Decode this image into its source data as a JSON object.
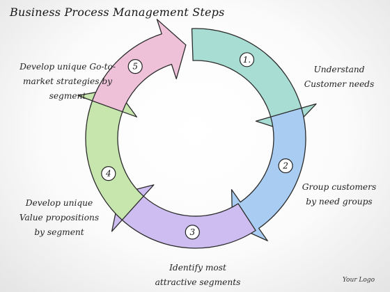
{
  "title": "Business Process Management Steps",
  "footer_logo": "Your Logo",
  "steps": [
    {
      "number": "1.",
      "lines": [
        "Understand",
        "Customer needs"
      ],
      "color": "#a8ddd4"
    },
    {
      "number": "2",
      "lines": [
        "Group customers",
        "by need groups"
      ],
      "color": "#a9cdf2"
    },
    {
      "number": "3",
      "lines": [
        "Identify most",
        "attractive segments"
      ],
      "color": "#cdbdf0"
    },
    {
      "number": "4",
      "lines": [
        "Develop unique",
        "Value propositions",
        "by segment"
      ],
      "color": "#c7e6ad"
    },
    {
      "number": "5",
      "lines": [
        "Develop unique Go-to-",
        "market strategies by",
        "segment"
      ],
      "color": "#eec1d9"
    }
  ]
}
